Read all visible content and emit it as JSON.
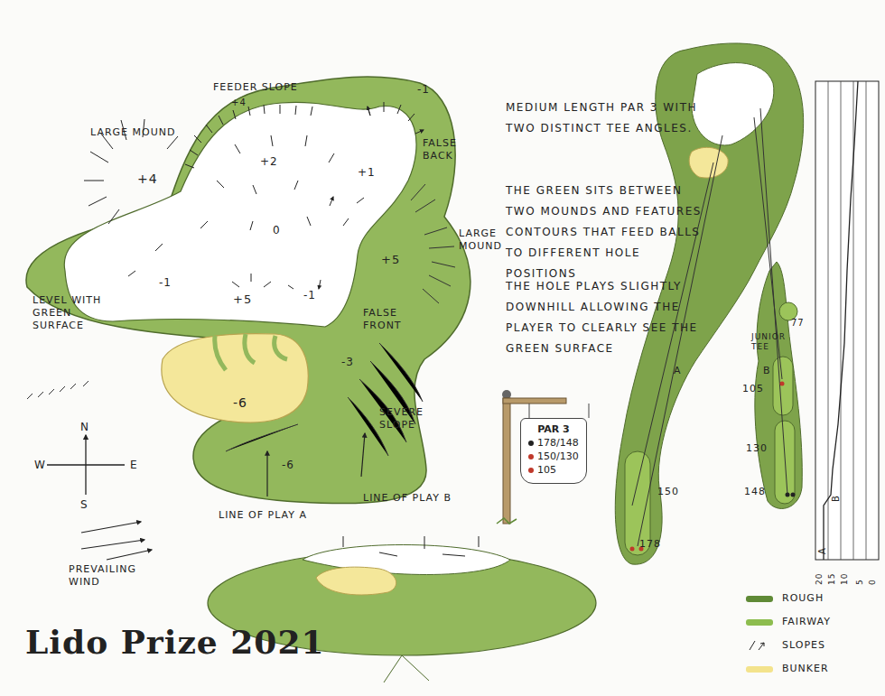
{
  "diagram": {
    "title": "Lido Prize 2021",
    "nodes": [
      {
        "text": [
          "PAR 3",
          "178/148",
          "150/130",
          "105"
        ]
      }
    ],
    "labels": [
      "FEEDER SLOPE",
      "+4",
      "-1",
      "LARGE MOUND",
      "+4",
      "+2",
      "+1",
      "FALSE BACK",
      "0",
      "LARGE MOUND",
      "+5",
      "LEVEL WITH GREEN SURFACE",
      "-1",
      "+5",
      "-1",
      "FALSE FRONT",
      "-3",
      "-6",
      "SEVERE SLOPE",
      "-6",
      "LINE OF PLAY A",
      "LINE OF PLAY B",
      "N",
      "W",
      "E",
      "S",
      "PREVAILING WIND",
      "MEDIUM LENGTH PAR 3 WITH TWO DISTINCT TEE ANGLES.",
      "THE GREEN SITS BETWEEN TWO MOUNDS AND FEATURES CONTOURS THAT FEED BALLS TO DIFFERENT HOLE POSITIONS",
      "THE HOLE PLAYS SLIGHTLY DOWNHILL ALLOWING THE PLAYER TO CLEARLY SEE THE GREEN SURFACE",
      "A",
      "B",
      "77",
      "JUNIOR TEE",
      "105",
      "130",
      "148",
      "150",
      "178",
      "20",
      "15",
      "10",
      "5",
      "0",
      "A",
      "B"
    ],
    "legend": [
      {
        "text": "ROUGH",
        "color": "#5f8a36"
      },
      {
        "text": "FAIRWAY",
        "color": "#8dbd4f"
      },
      {
        "text": "SLOPES"
      },
      {
        "text": "BUNKER",
        "color": "#f3e38c"
      }
    ]
  }
}
